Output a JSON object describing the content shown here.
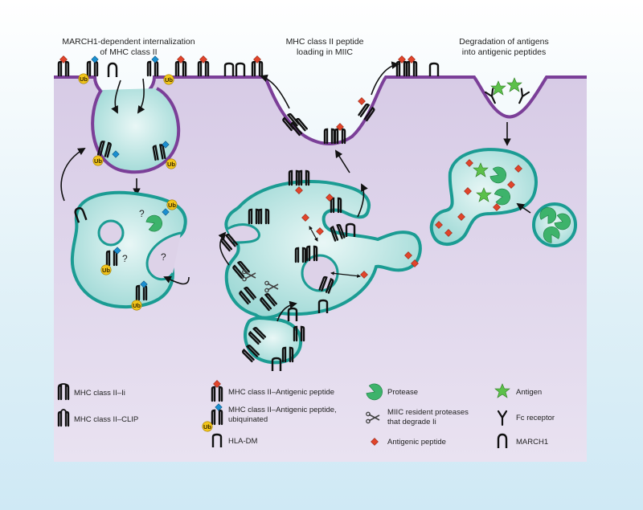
{
  "titles": {
    "internalization_line1": "MARCH1-dependent internalization",
    "internalization_line2": "of MHC class II",
    "loading_line1": "MHC class II peptide",
    "loading_line2": "loading in MIIC",
    "degradation_line1": "Degradation of antigens",
    "degradation_line2": "into antigenic peptides"
  },
  "marks": {
    "ub": "Ub",
    "question": "?"
  },
  "legend": {
    "mhc_ii_li": "MHC class II–Ii",
    "mhc_ii_clip": "MHC class II–CLIP",
    "mhc_ii_peptide": "MHC class II–Antigenic peptide",
    "mhc_ii_peptide_ub_line1": "MHC class II–Antigenic peptide,",
    "mhc_ii_peptide_ub_line2": "ubiquinated",
    "hla_dm": "HLA-DM",
    "protease": "Protease",
    "miic_proteases_line1": "MIIC resident proteases",
    "miic_proteases_line2": "that degrade Ii",
    "antigenic_peptide": "Antigenic peptide",
    "antigen": "Antigen",
    "fc_receptor": "Fc receptor",
    "march1": "MARCH1"
  },
  "colors": {
    "cytoplasm": "#ddd2e8",
    "extracellular": "#dff0f7",
    "membrane": "#7b3f98",
    "vesicle_fill": "#bfe7e5",
    "vesicle_edge": "#1b9c93",
    "peptide": "#e0452b",
    "clip": "#1a8fd0",
    "ubiquitin": "#f2c51b",
    "protease": "#3db36b",
    "antigen": "#5cc04a"
  }
}
